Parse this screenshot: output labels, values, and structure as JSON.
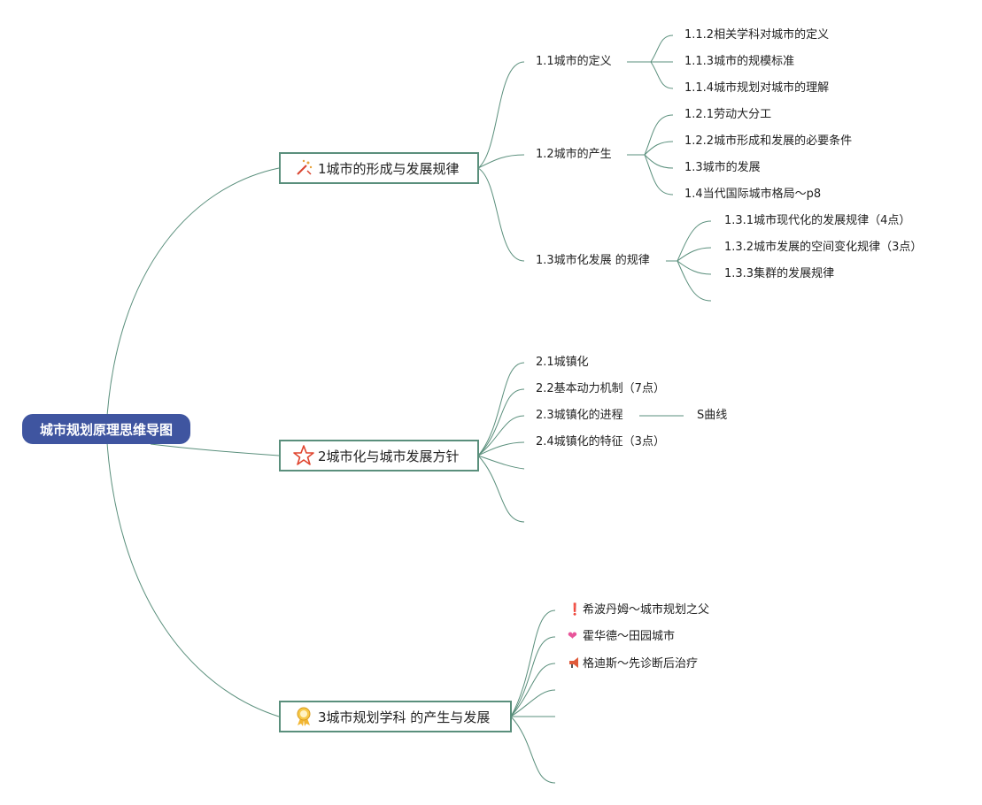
{
  "root": {
    "title": "城市规划原理思维导图"
  },
  "topics": [
    {
      "label": "1城市的形成与发展规律",
      "icon": "magic-wand-icon"
    },
    {
      "label": "2城市化与城市发展方针",
      "icon": "star-icon"
    },
    {
      "label": "3城市规划学科 的产生与发展",
      "icon": "award-ribbon-icon"
    }
  ],
  "t1": {
    "s1": {
      "label": "1.1城市的定义",
      "children": [
        "1.1.2相关学科对城市的定义",
        "1.1.3城市的规模标准",
        "1.1.4城市规划对城市的理解"
      ]
    },
    "s2": {
      "label": "1.2城市的产生",
      "children": [
        "1.2.1劳动大分工",
        "1.2.2城市形成和发展的必要条件",
        "1.3城市的发展",
        "1.4当代国际城市格局～p8"
      ]
    },
    "s3": {
      "label": "1.3城市化发展 的规律",
      "children": [
        "1.3.1城市现代化的发展规律（4点）",
        "1.3.2城市发展的空间变化规律（3点）",
        "1.3.3集群的发展规律"
      ]
    }
  },
  "t2": {
    "items": [
      "2.1城镇化",
      "2.2基本动力机制（7点）",
      "2.3城镇化的进程",
      "2.4城镇化的特征（3点）"
    ],
    "sub": "S曲线"
  },
  "t3": {
    "items": [
      "希波丹姆～城市规划之父",
      "霍华德～田园城市",
      "格迪斯～先诊断后治疗"
    ],
    "item_icons": [
      "exclamation-icon",
      "heart-icon",
      "megaphone-icon"
    ]
  },
  "colors": {
    "root_bg": "#3f55a0",
    "line": "#5a8f7c",
    "border": "#5a8f7c"
  }
}
